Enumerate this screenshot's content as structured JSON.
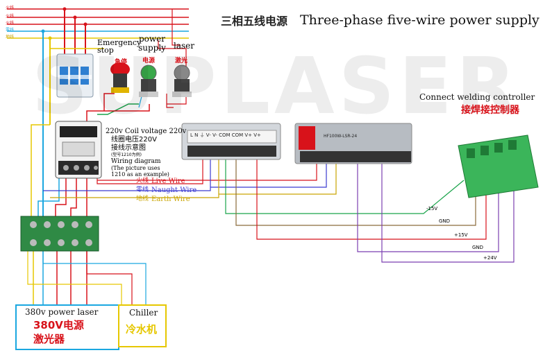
{
  "title": {
    "cn": "三相五线电源",
    "en": "Three-phase five-wire power supply"
  },
  "watermark": "SUPLASER",
  "phase_labels": [
    "火线",
    "火线",
    "火线",
    "零线",
    "地线"
  ],
  "buttons": {
    "emergency": {
      "en": "Emergency stop",
      "cn": "急停"
    },
    "power": {
      "en": "power supply",
      "cn": "电源"
    },
    "laser": {
      "en": "laser",
      "cn": "激光"
    }
  },
  "contactor": {
    "coil_en": "220v Coil voltage 220v",
    "coil_cn": "线圈电压220V",
    "diagram_cn": "接线示意图",
    "model_note": "(型号1210为例)",
    "diagram_en": "Wiring diagram",
    "note_en_1": "(The picture uses",
    "note_en_2": "1210 as an example)"
  },
  "wire_legend": [
    {
      "cn": "火线",
      "en": "Live Wire",
      "color": "#d8121a"
    },
    {
      "cn": "零线",
      "en": "Naught Wire",
      "color": "#3b3bd0"
    },
    {
      "cn": "地线",
      "en": "Earth Wire",
      "color": "#c9a400"
    }
  ],
  "psu1": {
    "terminals": "L  N  ⏚  V- V- COM COM V+ V+",
    "brand": ""
  },
  "psu2": {
    "model": "HF100W-LSR-24"
  },
  "controller": {
    "en": "Connect welding controller",
    "cn": "接焊接控制器"
  },
  "output_labels": [
    "-15V",
    "GND",
    "+15V",
    "GND",
    "+24V"
  ],
  "loads": {
    "laser_en": "380v power laser",
    "laser_cn1": "380V电源",
    "laser_cn2": "激光器",
    "chiller_en": "Chiller",
    "chiller_cn": "冷水机"
  },
  "colors": {
    "live": "#d8121a",
    "neutral": "#3b3bd0",
    "earth": "#e6c700",
    "neutral_light": "#1aa7e0",
    "green": "#19a34a",
    "purple": "#7b3fb0",
    "dark": "#222222"
  }
}
